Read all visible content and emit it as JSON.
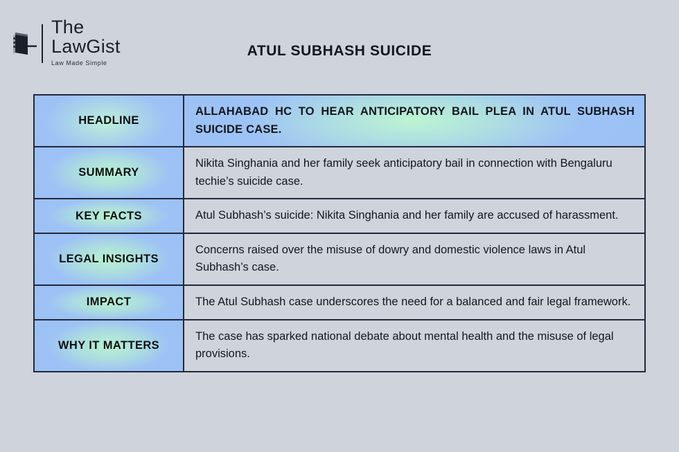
{
  "brand": {
    "icon": "law-book-gavel-icon",
    "line1": "The",
    "line2": "LawGist",
    "tagline": "Law Made Simple"
  },
  "header": {
    "title": "ATUL SUBHASH SUICIDE"
  },
  "colors": {
    "page_background": "#ced3dc",
    "cell_border": "#23283a",
    "accent_blue": "#9cc1f5",
    "accent_green": "#bef7d0",
    "text": "#15171d"
  },
  "table": {
    "rows": [
      {
        "label": "HEADLINE",
        "value": "ALLAHABAD HC TO HEAR ANTICIPATORY BAIL PLEA IN ATUL SUBHASH SUICIDE CASE."
      },
      {
        "label": "SUMMARY",
        "value": "Nikita Singhania and her family seek anticipatory bail in connection with Bengaluru techie’s suicide case."
      },
      {
        "label": "KEY FACTS",
        "value": "Atul Subhash’s suicide: Nikita Singhania and her family are accused of harassment."
      },
      {
        "label": "LEGAL INSIGHTS",
        "value": "Concerns raised over the misuse of dowry and domestic violence laws in Atul Subhash’s case."
      },
      {
        "label": "IMPACT",
        "value": "The Atul Subhash case underscores the need for a balanced and fair legal framework."
      },
      {
        "label": "WHY IT MATTERS",
        "value": "The case has sparked national debate about mental health and the misuse of legal provisions."
      }
    ]
  }
}
